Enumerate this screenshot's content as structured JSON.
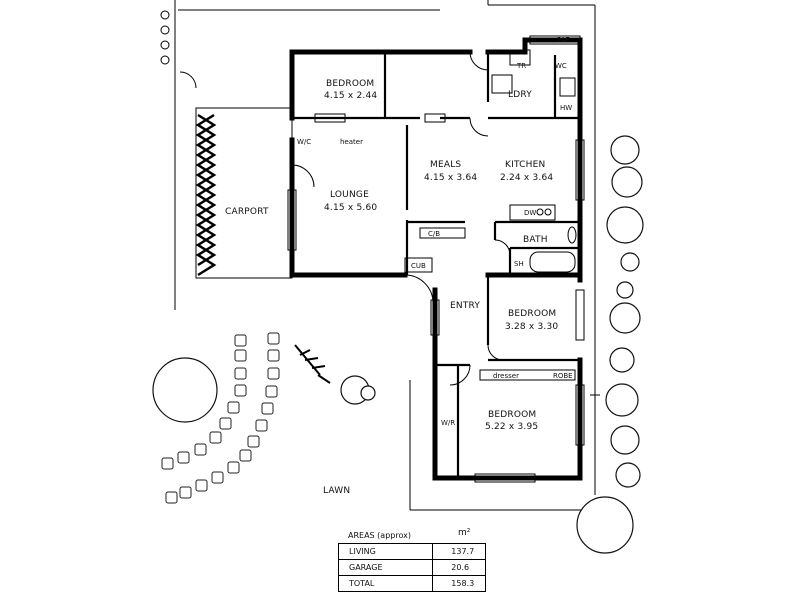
{
  "rooms": {
    "bedroom1_name": "BEDROOM",
    "bedroom1_size": "4.15 x 2.44",
    "ldry": "LDRY",
    "meals_name": "MEALS",
    "meals_size": "4.15 x 3.64",
    "kitchen_name": "KITCHEN",
    "kitchen_size": "2.24 x 3.64",
    "lounge_name": "LOUNGE",
    "lounge_size": "4.15 x 5.60",
    "carport": "CARPORT",
    "bath": "BATH",
    "entry": "ENTRY",
    "bedroom2_name": "BEDROOM",
    "bedroom2_size": "3.28 x 3.30",
    "bedroom3_name": "BEDROOM",
    "bedroom3_size": "5.22 x 3.95",
    "lawn": "LAWN"
  },
  "fixtures": {
    "paf": "PAF",
    "wc": "WC",
    "trough": "TR",
    "hw": "HW",
    "heater": "heater",
    "wc_lounge": "W/C",
    "cb": "C/B",
    "dw": "DW",
    "sh": "SH",
    "cub": "CUB",
    "dresser": "dresser",
    "robe": "ROBE",
    "wir": "W/R"
  },
  "areas": {
    "title": "AREAS (approx)",
    "unit": "m²",
    "rows": [
      {
        "label": "LIVING",
        "value": "137.7"
      },
      {
        "label": "GARAGE",
        "value": "20.6"
      },
      {
        "label": "TOTAL",
        "value": "158.3"
      }
    ]
  }
}
